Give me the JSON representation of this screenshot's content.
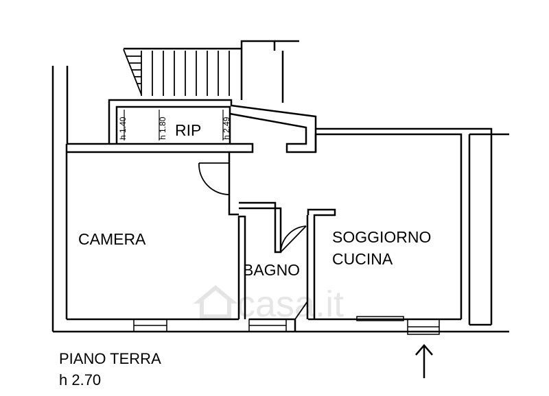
{
  "rooms": {
    "rip": "RIP",
    "camera": "CAMERA",
    "bagno": "BAGNO",
    "soggiorno": "SOGGIORNO",
    "cucina": "CUCINA"
  },
  "heights": {
    "h1": "h 1.40",
    "h2": "h 1.80",
    "h3": "h 2.49"
  },
  "floor": {
    "name": "PIANO TERRA",
    "height": "h 2.70"
  },
  "watermark": "casa.it",
  "north_arrow": "up-arrow-icon"
}
